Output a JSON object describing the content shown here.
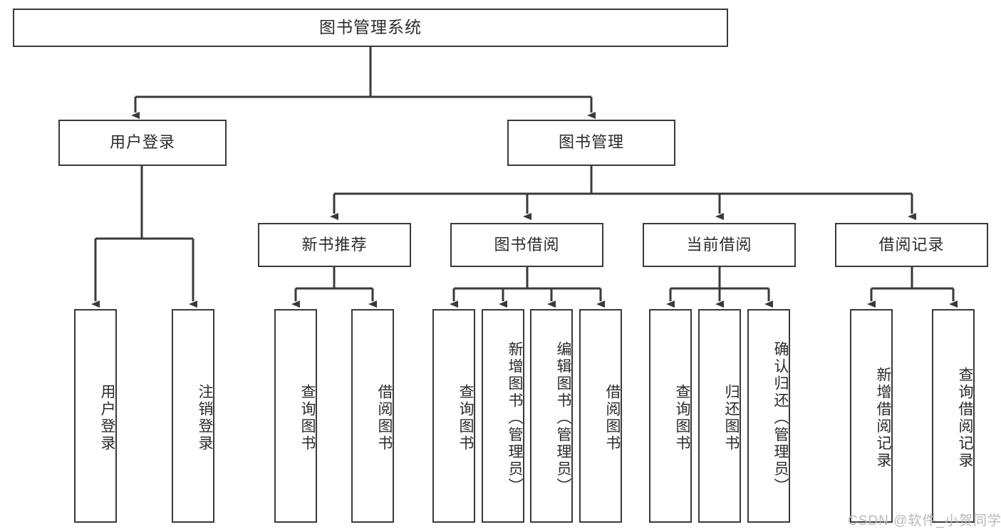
{
  "diagram": {
    "title": "图书管理系统",
    "type": "tree-hierarchy-diagram",
    "root": {
      "label": "图书管理系统"
    },
    "level2": [
      {
        "label": "用户登录"
      },
      {
        "label": "图书管理"
      }
    ],
    "level3": [
      {
        "label": "新书推荐"
      },
      {
        "label": "图书借阅"
      },
      {
        "label": "当前借阅"
      },
      {
        "label": "借阅记录"
      }
    ],
    "leaves": {
      "user_login": [
        {
          "label": "用户登录"
        },
        {
          "label": "注销登录"
        }
      ],
      "new_book_recommend": [
        {
          "label": "查询图书"
        },
        {
          "label": "借阅图书"
        }
      ],
      "book_borrow": [
        {
          "label": "查询图书"
        },
        {
          "label": "新增图书（管理员）"
        },
        {
          "label": "编辑图书（管理员）"
        },
        {
          "label": "借阅图书"
        }
      ],
      "current_borrow": [
        {
          "label": "查询图书"
        },
        {
          "label": "归还图书"
        },
        {
          "label": "确认归还（管理员）"
        }
      ],
      "borrow_record": [
        {
          "label": "新增借阅记录"
        },
        {
          "label": "查询借阅记录"
        }
      ]
    },
    "watermark": "CSDN @软件_小贺同学",
    "colors": {
      "border": "#3a3a3a",
      "text": "#2b2b2b",
      "background": "#ffffff",
      "connector": "#3a3a3a",
      "watermark": "#b9b9b9"
    }
  }
}
